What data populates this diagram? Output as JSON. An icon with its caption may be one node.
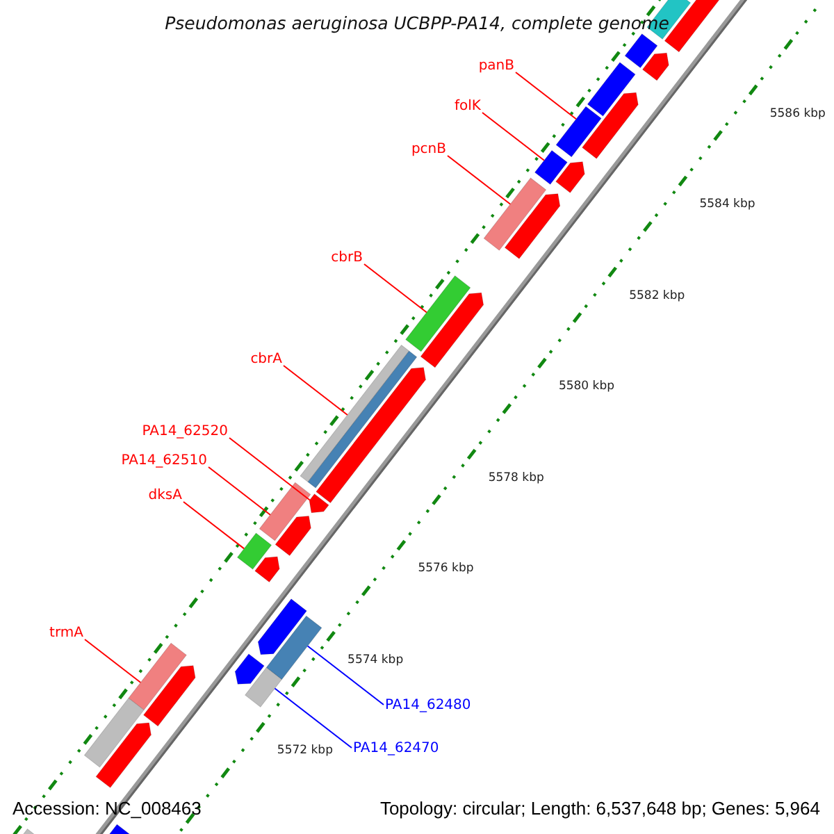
{
  "diagram": {
    "title": "Pseudomonas aeruginosa UCBPP-PA14, complete genome",
    "nodes": [
      {
        "text": [
          "panB"
        ]
      },
      {
        "text": [
          "folK"
        ]
      },
      {
        "text": [
          "pcnB"
        ]
      },
      {
        "text": [
          "cbrB"
        ]
      },
      {
        "text": [
          "cbrA"
        ]
      },
      {
        "text": [
          "PA14_62520"
        ]
      },
      {
        "text": [
          "PA14_62510"
        ]
      },
      {
        "text": [
          "dksA"
        ]
      },
      {
        "text": [
          "trmA"
        ]
      },
      {
        "text": [
          "PA14_62480"
        ]
      },
      {
        "text": [
          "PA14_62470"
        ]
      },
      {
        "text": [],
        "shape": "bar"
      },
      {
        "text": [],
        "shape": "bar"
      },
      {
        "text": [],
        "shape": "bar"
      },
      {
        "text": [],
        "shape": "bar"
      },
      {
        "text": [],
        "shape": "bar"
      },
      {
        "text": [],
        "shape": "bar"
      },
      {
        "text": [],
        "shape": "bar"
      },
      {
        "text": [],
        "shape": "bar"
      },
      {
        "text": [],
        "shape": "bar"
      },
      {
        "text": [],
        "shape": "bar"
      },
      {
        "text": [],
        "shape": "bar"
      },
      {
        "text": [],
        "shape": "bar"
      },
      {
        "text": [],
        "shape": "bar"
      },
      {
        "text": [],
        "shape": "bar"
      },
      {
        "text": [],
        "shape": "bar"
      },
      {
        "text": [],
        "shape": "bar"
      },
      {
        "text": [],
        "shape": "bar"
      },
      {
        "text": [],
        "shape": "bar"
      },
      {
        "text": [],
        "shape": "bar"
      },
      {
        "text": [],
        "shape": "bar"
      },
      {
        "text": [],
        "shape": "bar"
      },
      {
        "text": [],
        "shape": "bar"
      },
      {
        "text": [],
        "shape": "bar"
      },
      {
        "text": [],
        "shape": "bar"
      },
      {
        "text": [],
        "shape": "bar"
      },
      {
        "text": [],
        "shape": "bar"
      },
      {
        "text": [],
        "shape": "bar"
      },
      {
        "text": [],
        "shape": "bar"
      },
      {
        "text": [],
        "shape": "bar"
      },
      {
        "text": [],
        "shape": "bar"
      },
      {
        "text": [],
        "shape": "bar"
      }
    ],
    "edges": [
      {
        "from": 0,
        "to": 11,
        "arrow": "none"
      },
      {
        "from": 1,
        "to": 12,
        "arrow": "none"
      },
      {
        "from": 2,
        "to": 13,
        "arrow": "none"
      },
      {
        "from": 3,
        "to": 14,
        "arrow": "none"
      },
      {
        "from": 4,
        "to": 15,
        "arrow": "none"
      },
      {
        "from": 5,
        "to": 16,
        "arrow": "none"
      },
      {
        "from": 6,
        "to": 17,
        "arrow": "none"
      },
      {
        "from": 7,
        "to": 18,
        "arrow": "none"
      },
      {
        "from": 8,
        "to": 19,
        "arrow": "none"
      },
      {
        "from": 9,
        "to": 20,
        "arrow": "none",
        "color": "#0000ff"
      },
      {
        "from": 10,
        "to": 21,
        "arrow": "none",
        "color": "#0000ff"
      }
    ],
    "labels": [
      "5586 kbp",
      "5584 kbp",
      "5582 kbp",
      "5580 kbp",
      "5578 kbp",
      "5576 kbp",
      "5574 kbp",
      "5572 kbp",
      "Accession: NC_008463",
      "Topology: circular; Length: 6,537,648 bp; Genes: 5,964"
    ]
  }
}
